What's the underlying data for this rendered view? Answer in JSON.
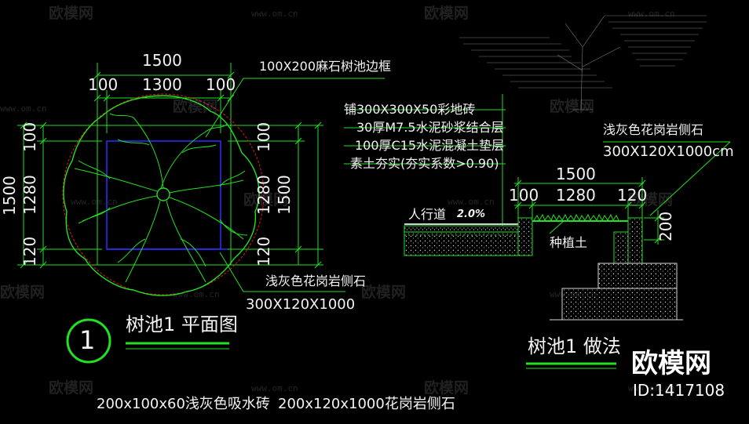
{
  "watermark": {
    "text": "欧模网",
    "url": "www.om.cn"
  },
  "plan": {
    "dim_total": "1500",
    "dim_edge_left": "100",
    "dim_inner": "1300",
    "dim_edge_right": "100",
    "dim_left_total": "1500",
    "dim_left_top": "100",
    "dim_left_mid": "1280",
    "dim_left_bottom": "120",
    "dim_right_top": "100",
    "dim_right_mid": "1280",
    "dim_right_total": "1500",
    "dim_right_bottom": "120",
    "frame_callout": "100X200麻石树池边框",
    "curb_callout": "浅灰色花岗岩侧石",
    "curb_size": "300X120X1000",
    "number": "1",
    "title": "树池1 平面图"
  },
  "section": {
    "layers": [
      "铺300X300X50彩地砖",
      "30厚M7.5水泥砂浆结合层",
      "100厚C15水泥混凝土垫层",
      "素土夯实(夯实系数>0.90)"
    ],
    "curb_callout": "浅灰色花岗岩侧石",
    "curb_size": "300X120X1000cm",
    "dim_total": "1500",
    "dim_left": "100",
    "dim_mid": "1280",
    "dim_right": "120",
    "dim_height": "200",
    "sidewalk_label": "人行道",
    "slope_label": "2.0%",
    "soil_label": "种植土",
    "title": "树池1 做法"
  },
  "bottom_notes": [
    "200x100x60浅灰色吸水砖",
    "200x120x1000花岗岩侧石"
  ],
  "brand": {
    "logo_text": "欧模网",
    "id_text": "ID:1417108"
  },
  "colors": {
    "background": "#000000",
    "linework": "#22e022",
    "text": "#f2f2f2",
    "planter_frame": "#2f2fff",
    "canopy_edge": "#e01818",
    "hatch_fill": "#d8d8d8"
  }
}
